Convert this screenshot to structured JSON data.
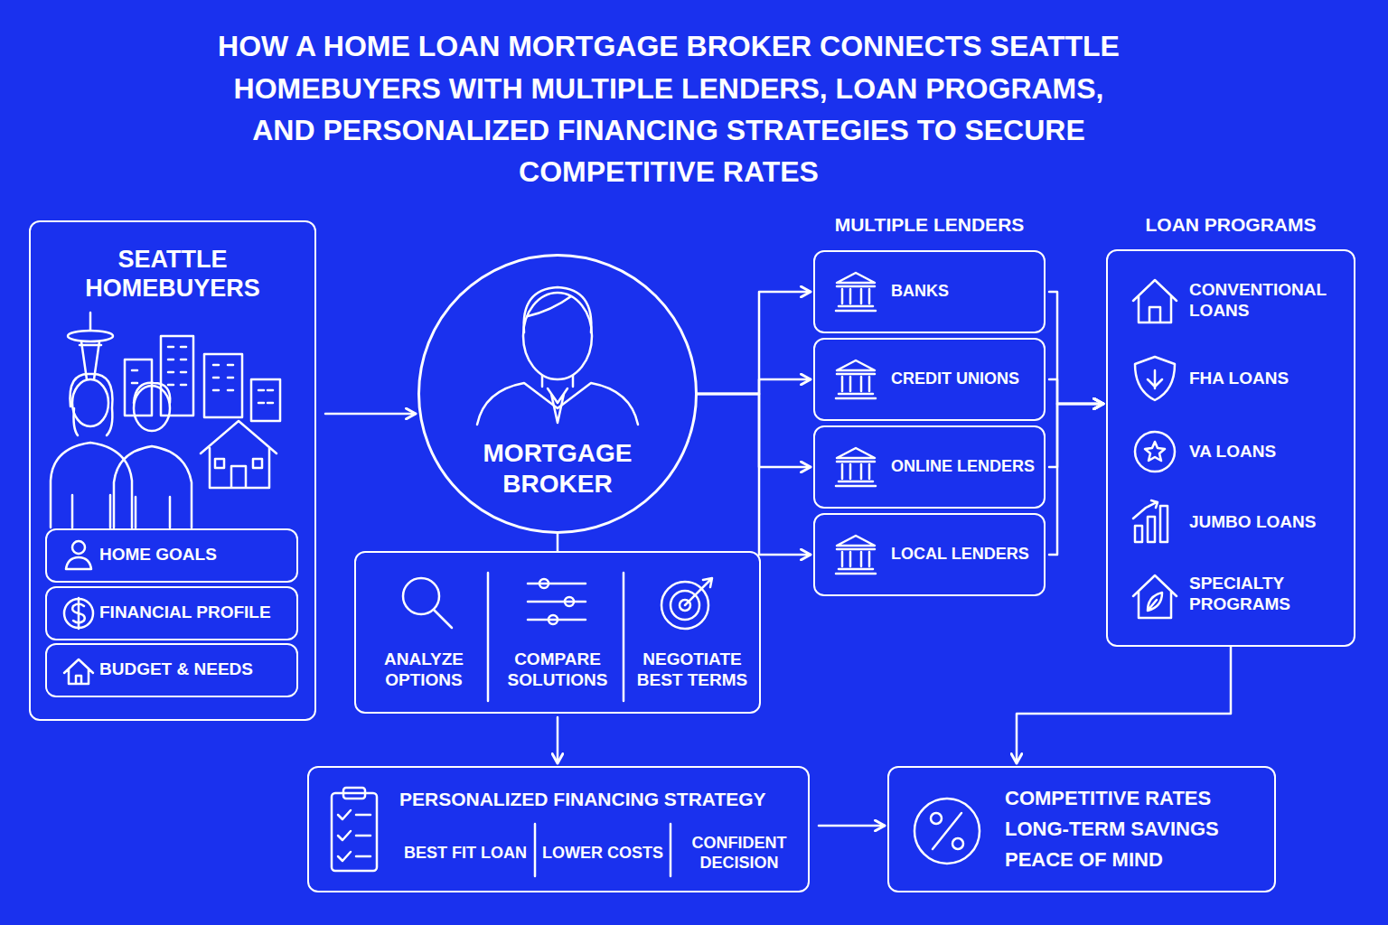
{
  "diagram": {
    "title": "HOW A HOME LOAN MORTGAGE BROKER CONNECTS SEATTLE HOMEBUYERS WITH MULTIPLE LENDERS, LOAN PROGRAMS, AND PERSONALIZED FINANCING STRATEGIES TO SECURE COMPETITIVE RATES",
    "nodes": [
      {
        "text": [
          "SEATTLE HOMEBUYERS"
        ]
      },
      {
        "text": [
          "HOME GOALS"
        ],
        "in": 0
      },
      {
        "text": [
          "FINANCIAL PROFILE"
        ],
        "in": 0
      },
      {
        "text": [
          "BUDGET & NEEDS"
        ],
        "in": 0
      },
      {
        "text": [
          "MORTGAGE BROKER"
        ]
      },
      {
        "text": [
          "ANALYZE OPTIONS",
          "COMPARE SOLUTIONS",
          "NEGOTIATE BEST TERMS"
        ]
      },
      {
        "text": [
          "BANKS"
        ]
      },
      {
        "text": [
          "CREDIT UNIONS"
        ]
      },
      {
        "text": [
          "ONLINE LENDERS"
        ]
      },
      {
        "text": [
          "LOCAL LENDERS"
        ]
      },
      {
        "text": [
          "LOAN PROGRAMS",
          "CONVENTIONAL LOANS",
          "FHA LOANS",
          "VA LOANS",
          "JUMBO LOANS",
          "SPECIALTY PROGRAMS"
        ]
      },
      {
        "text": [
          "PERSONALIZED FINANCING STRATEGY",
          "BEST FIT LOAN",
          "LOWER COSTS",
          "CONFIDENT DECISION"
        ]
      },
      {
        "text": [
          "COMPETITIVE RATES",
          "LONG-TERM SAVINGS",
          "PEACE OF MIND"
        ]
      }
    ],
    "edges": [
      {
        "from": 0,
        "to": 4,
        "arrow": "to"
      },
      {
        "from": 4,
        "to": 6,
        "arrow": "to"
      },
      {
        "from": 4,
        "to": 7,
        "arrow": "to"
      },
      {
        "from": 4,
        "to": 8,
        "arrow": "to"
      },
      {
        "from": 4,
        "to": 9,
        "arrow": "to"
      },
      {
        "from": 6,
        "to": 10,
        "arrow": "to"
      },
      {
        "from": 7,
        "to": 10,
        "arrow": "to"
      },
      {
        "from": 8,
        "to": 10,
        "arrow": "to"
      },
      {
        "from": 9,
        "to": 10,
        "arrow": "to"
      },
      {
        "from": 4,
        "to": 5,
        "arrow": "none"
      },
      {
        "from": 5,
        "to": 11,
        "arrow": "to"
      },
      {
        "from": 10,
        "to": 12,
        "arrow": "to"
      },
      {
        "from": 11,
        "to": 12,
        "arrow": "to"
      }
    ],
    "labels": [
      "MULTIPLE LENDERS"
    ]
  }
}
